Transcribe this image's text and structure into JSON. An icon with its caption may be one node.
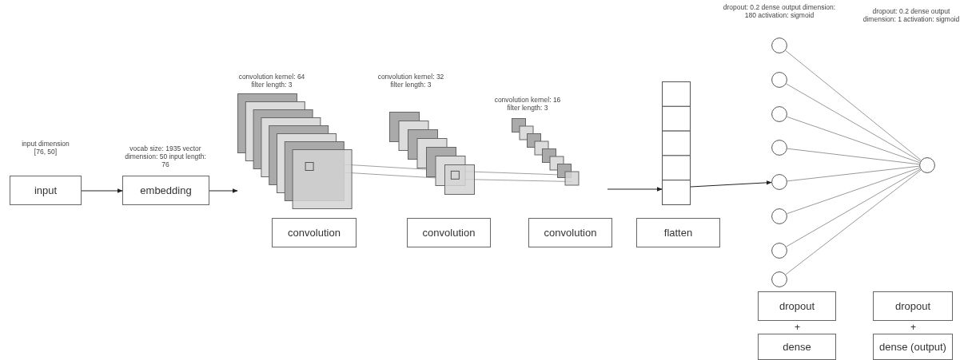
{
  "diagram": {
    "nodes": [
      {
        "text": [
          "input"
        ],
        "beside": [
          "input dimension [76, 50]"
        ]
      },
      {
        "text": [
          "embedding"
        ],
        "beside": [
          "vocab size: 1935 vector dimension: 50 input length: 76"
        ]
      },
      {
        "text": [],
        "shape": "picture",
        "beside": [
          "convolution kernel: 64 filter length: 3"
        ]
      },
      {
        "text": [
          "convolution"
        ]
      },
      {
        "text": [],
        "shape": "picture",
        "beside": [
          "convolution kernel: 32 filter length: 3"
        ]
      },
      {
        "text": [
          "convolution"
        ]
      },
      {
        "text": [],
        "shape": "picture",
        "beside": [
          "convolution kernel: 16 filter length: 3"
        ]
      },
      {
        "text": [
          "convolution"
        ]
      },
      {
        "text": [],
        "shape": "picture"
      },
      {
        "text": [
          "flatten"
        ]
      },
      {
        "text": [],
        "shape": "circle"
      },
      {
        "text": [],
        "shape": "circle"
      },
      {
        "text": [],
        "shape": "circle"
      },
      {
        "text": [],
        "shape": "circle"
      },
      {
        "text": [],
        "shape": "circle"
      },
      {
        "text": [],
        "shape": "circle"
      },
      {
        "text": [],
        "shape": "circle"
      },
      {
        "text": [],
        "shape": "circle"
      },
      {
        "text": [
          "dropout"
        ]
      },
      {
        "text": [
          "dense"
        ]
      },
      {
        "text": [],
        "shape": "circle"
      },
      {
        "text": [
          "dropout"
        ]
      },
      {
        "text": [
          "dense (output)"
        ]
      }
    ],
    "edges": [
      {
        "from": 0,
        "to": 1,
        "arrow": "to",
        "color": "#222222"
      },
      {
        "from": 1,
        "to": 2,
        "arrow": "to",
        "color": "#222222"
      },
      {
        "from": 2,
        "to": 4,
        "arrow": "none"
      },
      {
        "from": 4,
        "to": 6,
        "arrow": "none"
      },
      {
        "from": 6,
        "to": 8,
        "arrow": "to",
        "color": "#222222"
      },
      {
        "from": 8,
        "to": 14,
        "arrow": "to",
        "color": "#222222"
      },
      {
        "from": 10,
        "to": 20,
        "arrow": "none"
      },
      {
        "from": 11,
        "to": 20,
        "arrow": "none"
      },
      {
        "from": 12,
        "to": 20,
        "arrow": "none"
      },
      {
        "from": 13,
        "to": 20,
        "arrow": "none"
      },
      {
        "from": 14,
        "to": 20,
        "arrow": "none"
      },
      {
        "from": 15,
        "to": 20,
        "arrow": "none"
      },
      {
        "from": 16,
        "to": 20,
        "arrow": "none"
      },
      {
        "from": 17,
        "to": 20,
        "arrow": "none"
      }
    ],
    "labels": [
      "dropout: 0.2 dense output dimension: 180 activation: sigmoid",
      "dropout: 0.2 dense output dimension: 1 activation: sigmoid",
      "+",
      "+"
    ]
  }
}
